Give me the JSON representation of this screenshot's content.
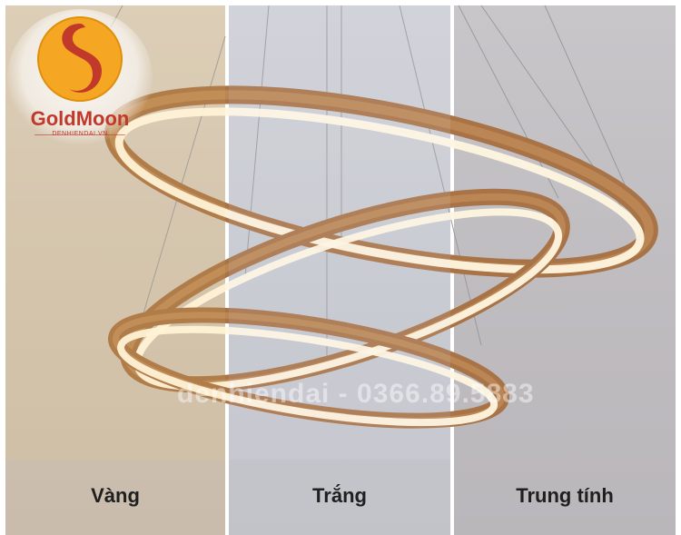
{
  "brand": {
    "name": "GoldMoon",
    "website": "DENHIENDAI.VN"
  },
  "watermark": "denhiendai - 0366.89.5883",
  "panels": [
    {
      "label": "Vàng"
    },
    {
      "label": "Trắng"
    },
    {
      "label": "Trung tính"
    }
  ],
  "colors": {
    "ring_frame": "#b07a4a",
    "warm_light": "#fff1cf",
    "white_light": "#ffffff",
    "neutral_light": "#fdf8ee",
    "brand_red": "#c0392b",
    "brand_orange": "#f5a623"
  }
}
